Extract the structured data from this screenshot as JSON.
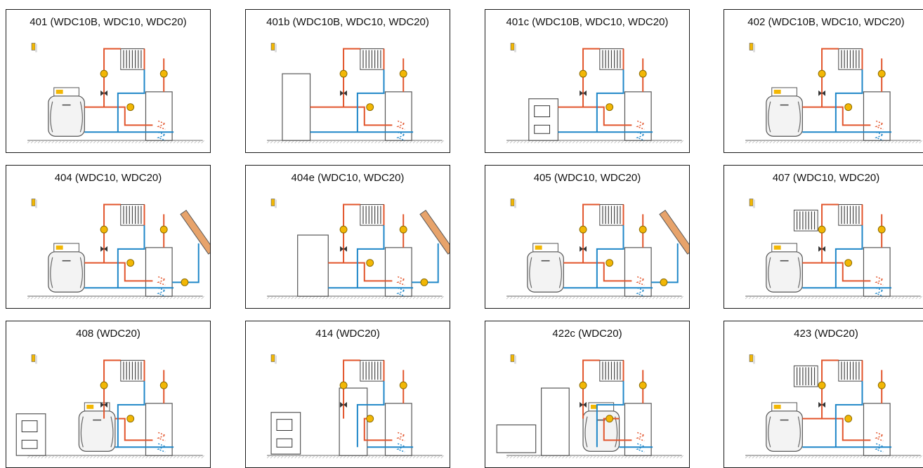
{
  "schemes": [
    {
      "title": "401 (WDC10B, WDC10, WDC20)"
    },
    {
      "title": "401b (WDC10B, WDC10, WDC20)"
    },
    {
      "title": "401c (WDC10B, WDC10, WDC20)"
    },
    {
      "title": "402 (WDC10B, WDC10, WDC20)"
    },
    {
      "title": "404 (WDC10, WDC20)"
    },
    {
      "title": "404e (WDC10, WDC20)"
    },
    {
      "title": "405 (WDC10, WDC20)"
    },
    {
      "title": "407 (WDC10, WDC20)"
    },
    {
      "title": "408 (WDC20)"
    },
    {
      "title": "414 (WDC20)"
    },
    {
      "title": "422c (WDC20)"
    },
    {
      "title": "423 (WDC20)"
    }
  ],
  "colors": {
    "hot_pipe": "#e2542b",
    "cold_pipe": "#1e86c8",
    "pump": "#f2b705",
    "unit_body": "#f3f3f3",
    "outline": "#555555"
  }
}
